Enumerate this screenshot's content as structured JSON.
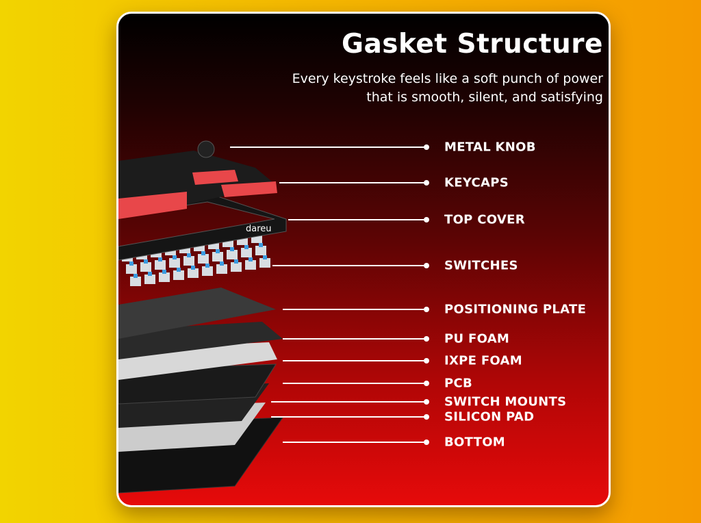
{
  "header": {
    "title": "Gasket Structure",
    "subtitle_lines": [
      "Every keystroke feels like a soft punch of power",
      "that is smooth, silent, and satisfying"
    ]
  },
  "brand_logo_text": "dareu",
  "layers": [
    {
      "label": "METAL KNOB"
    },
    {
      "label": "KEYCAPS"
    },
    {
      "label": "TOP COVER"
    },
    {
      "label": "SWITCHES"
    },
    {
      "label": "POSITIONING PLATE"
    },
    {
      "label": "PU FOAM"
    },
    {
      "label": "IXPE FOAM"
    },
    {
      "label": "PCB"
    },
    {
      "label": "SWITCH MOUNTS"
    },
    {
      "label": "SILICON PAD"
    },
    {
      "label": "BOTTOM"
    }
  ],
  "colors": {
    "accent_red": "#e8474a",
    "background_yellow": "#f2d400",
    "background_orange": "#f59a00"
  }
}
